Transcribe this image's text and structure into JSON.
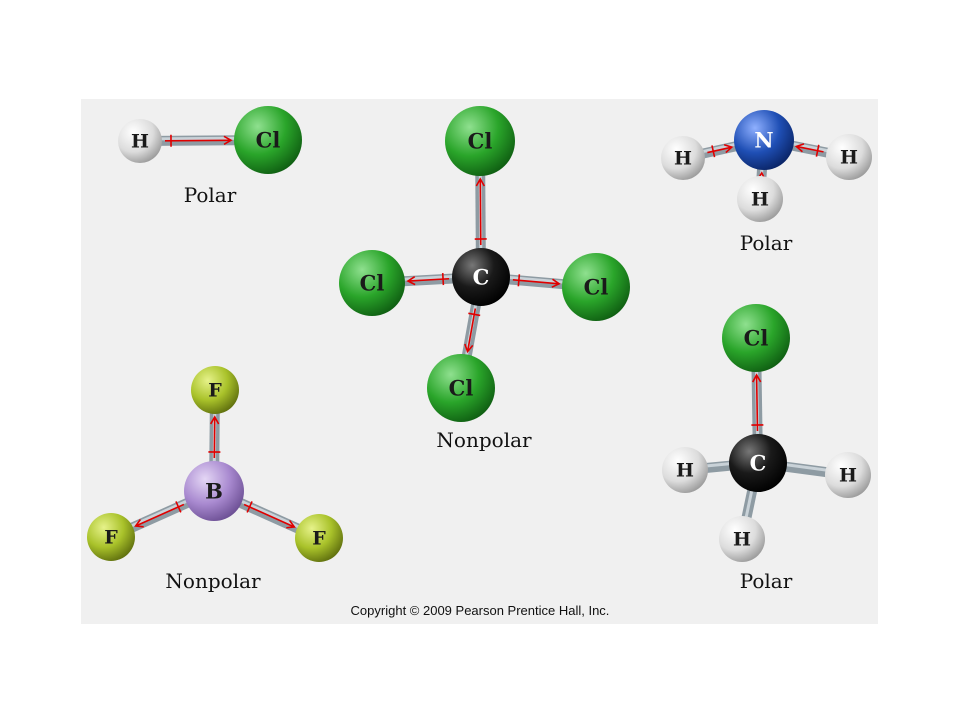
{
  "colors": {
    "panel": "#f0f0f0",
    "bond": "#8e9ba3",
    "dipole_arrow": "#e00000",
    "H": "#e8e8e8",
    "Cl": "#2aa52a",
    "C": "#1a1a1a",
    "N": "#1f4fb5",
    "B": "#a98ad0",
    "F": "#a9c22a"
  },
  "molecules": {
    "hcl": {
      "atoms": [
        "H",
        "Cl"
      ],
      "label": "Polar"
    },
    "ccl4": {
      "atoms": [
        "Cl",
        "Cl",
        "C",
        "Cl",
        "Cl"
      ],
      "label": "Nonpolar"
    },
    "nh3": {
      "atoms": [
        "N",
        "H",
        "H",
        "H"
      ],
      "label": "Polar"
    },
    "bf3": {
      "atoms": [
        "F",
        "B",
        "F",
        "F"
      ],
      "label": "Nonpolar"
    },
    "ch3cl": {
      "atoms": [
        "Cl",
        "C",
        "H",
        "H",
        "H"
      ],
      "label": "Polar"
    }
  },
  "copyright": "Copyright © 2009 Pearson Prentice Hall, Inc."
}
